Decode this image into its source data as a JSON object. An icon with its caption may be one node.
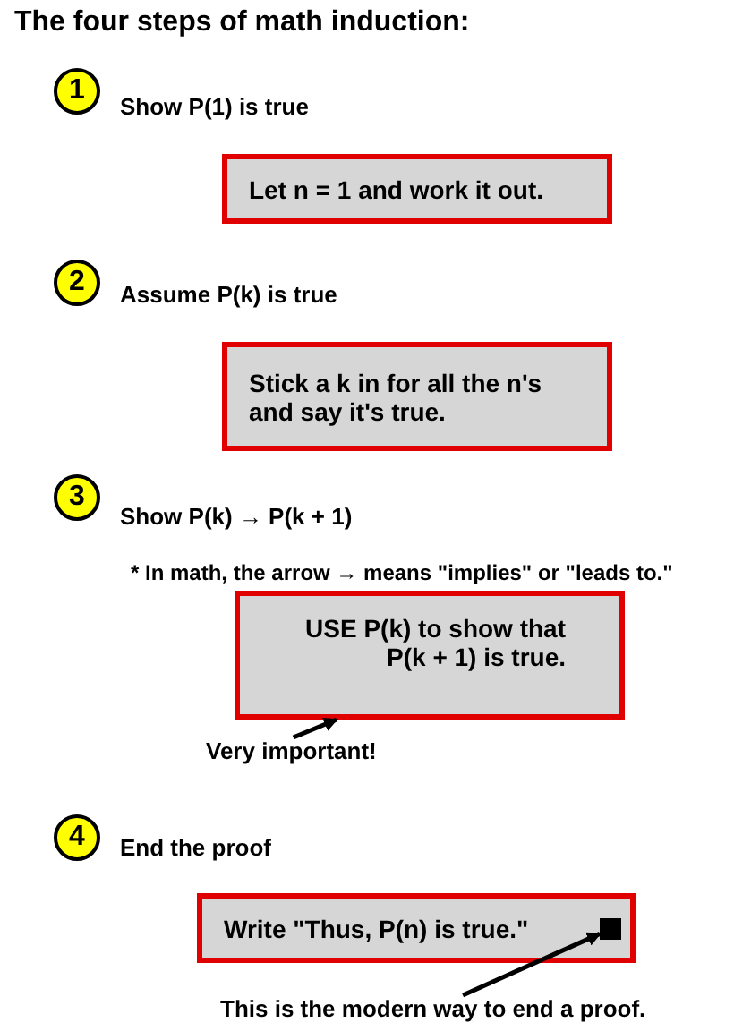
{
  "diagram": {
    "title": "The four steps of math induction:",
    "nodes": [
      {
        "text": [
          "1"
        ],
        "beside": [
          "Show P(1) is true"
        ]
      },
      {
        "text": [
          "Let n = 1 and work it out."
        ]
      },
      {
        "text": [
          "2"
        ],
        "beside": [
          "Assume P(k) is true"
        ]
      },
      {
        "text": [
          "Stick a k in for all the n's and say it's true."
        ]
      },
      {
        "text": [
          "3"
        ],
        "beside": [
          "Show P(k) → P(k + 1)"
        ]
      },
      {
        "text": [
          "USE P(k) to show that P(k + 1) is true."
        ]
      },
      {
        "text": [
          "Very important!"
        ]
      },
      {
        "text": [
          "4"
        ],
        "beside": [
          "End the proof"
        ]
      },
      {
        "text": [
          "Write \"Thus, P(n) is true.\""
        ]
      },
      {
        "text": [],
        "shape": "box",
        "in": 8
      },
      {
        "text": [
          "This is the modern way to end a proof."
        ]
      }
    ],
    "edges": [
      {
        "from": 6,
        "to": 5,
        "arrow": "to"
      },
      {
        "from": 10,
        "to": 9,
        "arrow": "to"
      }
    ],
    "labels": [
      "* In math, the arrow → means \"implies\" or \"leads to.\""
    ]
  }
}
